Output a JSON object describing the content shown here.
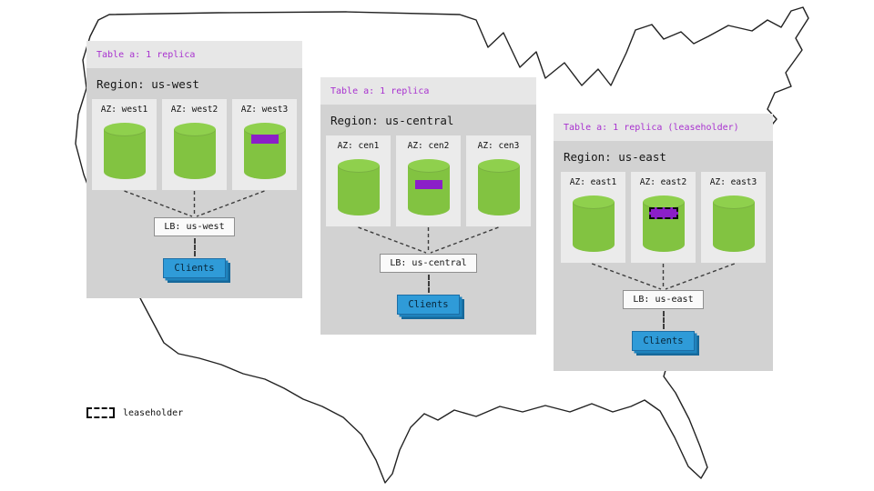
{
  "legend": {
    "label": "leaseholder"
  },
  "colors": {
    "panel_body": "#d2d2d2",
    "panel_header": "#e7e7e7",
    "table_label": "#a832cf",
    "az_box": "#ebebeb",
    "cylinder_body": "#82c341",
    "cylinder_top": "#8fd04d",
    "replica": "#8b1fc8",
    "lb_bg": "#fafafa",
    "lb_border": "#8f8f8f",
    "clients_bg": "#2f9bd8",
    "clients_border": "#1c6ea6",
    "connector": "#3d3d3d",
    "map_outline": "#222222"
  },
  "regions": [
    {
      "table_label": "Table a: 1 replica",
      "region_label": "Region: us-west",
      "azs": [
        {
          "label": "AZ: west1"
        },
        {
          "label": "AZ: west2"
        },
        {
          "label": "AZ: west3"
        }
      ],
      "lb_label": "LB: us-west",
      "clients_label": "Clients"
    },
    {
      "table_label": "Table a: 1 replica",
      "region_label": "Region: us-central",
      "azs": [
        {
          "label": "AZ: cen1"
        },
        {
          "label": "AZ: cen2"
        },
        {
          "label": "AZ: cen3"
        }
      ],
      "lb_label": "LB: us-central",
      "clients_label": "Clients"
    },
    {
      "table_label": "Table a: 1 replica (leaseholder)",
      "region_label": "Region: us-east",
      "azs": [
        {
          "label": "AZ: east1"
        },
        {
          "label": "AZ: east2"
        },
        {
          "label": "AZ: east3"
        }
      ],
      "lb_label": "LB: us-east",
      "clients_label": "Clients"
    }
  ]
}
